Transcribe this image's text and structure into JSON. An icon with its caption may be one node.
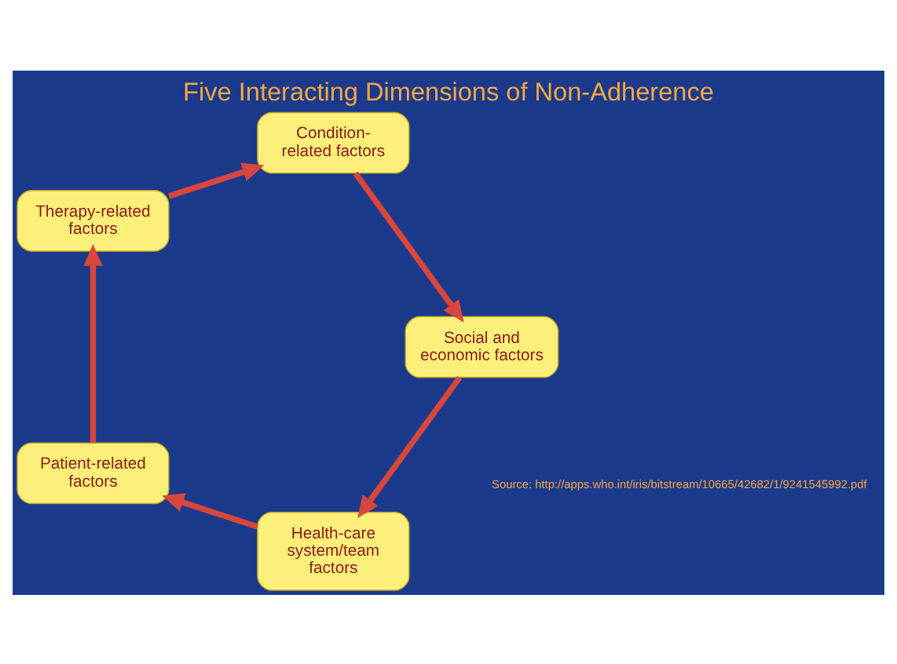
{
  "diagram": {
    "title": "Five Interacting Dimensions of Non-Adherence",
    "nodes": [
      {
        "text": [
          "Health-care system/team factors"
        ]
      },
      {
        "text": [
          "Patient-related factors"
        ]
      },
      {
        "text": [
          "Therapy-related factors"
        ]
      },
      {
        "text": [
          "Condition-related factors"
        ]
      },
      {
        "text": [
          "Social and economic factors"
        ]
      }
    ],
    "edges": [
      {
        "from": 0,
        "to": 1,
        "arrow": "to"
      },
      {
        "from": 1,
        "to": 2,
        "arrow": "to"
      },
      {
        "from": 2,
        "to": 3,
        "arrow": "to"
      },
      {
        "from": 3,
        "to": 4,
        "arrow": "to"
      },
      {
        "from": 4,
        "to": 0,
        "arrow": "to"
      }
    ],
    "labels": [
      "Source: http://apps.who.int/iris/bitstream/10665/42682/1/9241545992.pdf"
    ]
  }
}
